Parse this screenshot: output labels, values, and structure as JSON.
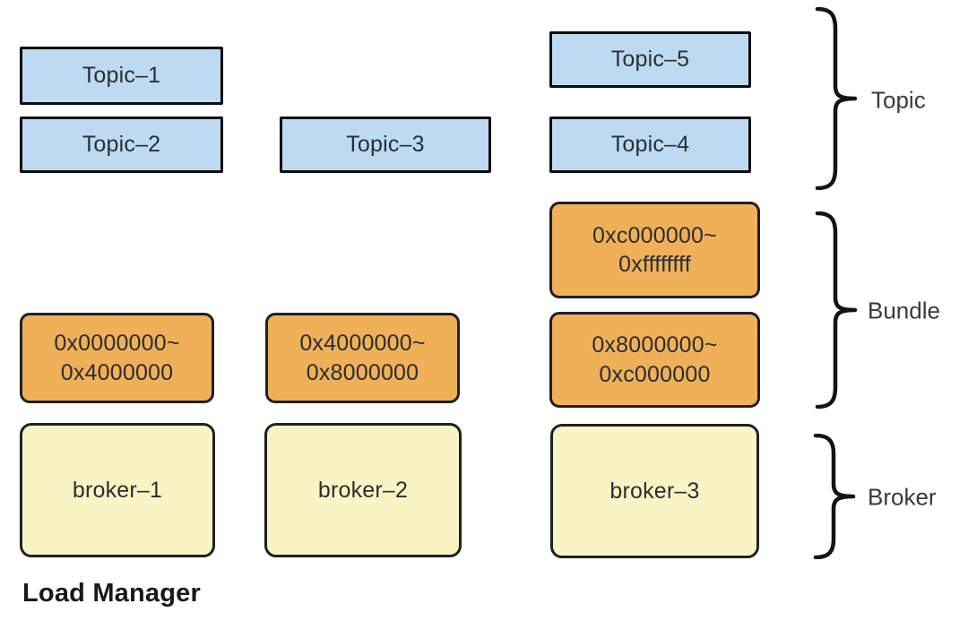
{
  "footer": {
    "label": "Load Manager"
  },
  "topics": [
    {
      "label": "Topic–1"
    },
    {
      "label": "Topic–2"
    },
    {
      "label": "Topic–3"
    },
    {
      "label": "Topic–4"
    },
    {
      "label": "Topic–5"
    }
  ],
  "bundles": [
    {
      "line1": "0x0000000~",
      "line2": "0x4000000"
    },
    {
      "line1": "0x4000000~",
      "line2": "0x8000000"
    },
    {
      "line1": "0x8000000~",
      "line2": "0xc000000"
    },
    {
      "line1": "0xc000000~",
      "line2": "0xffffffff"
    }
  ],
  "brokers": [
    {
      "label": "broker–1"
    },
    {
      "label": "broker–2"
    },
    {
      "label": "broker–3"
    }
  ],
  "groups": [
    {
      "label": "Topic"
    },
    {
      "label": "Bundle"
    },
    {
      "label": "Broker"
    }
  ],
  "colors": {
    "topic_fill": "#bedaf3",
    "topic_border": "#0d0d0d",
    "bundle_fill": "#f0b058",
    "broker_fill": "#faf4c5",
    "dark_border": "#1c2126",
    "box_text": "#2b2e33",
    "label_text": "#3a3a3a"
  }
}
